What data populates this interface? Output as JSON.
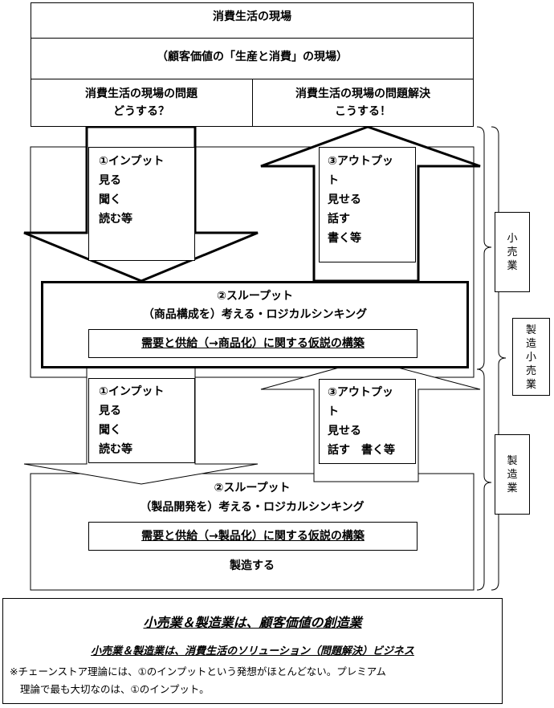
{
  "header": {
    "title": "消費生活の現場",
    "subtitle": "（顧客価値の「生産と消費」の現場）",
    "left_line1": "消費生活の現場の問題",
    "left_line2": "どうする？",
    "right_line1": "消費生活の現場の問題解決",
    "right_line2": "こうする！"
  },
  "retail": {
    "input": [
      "①インプット",
      "見る",
      "聞く",
      "読む等"
    ],
    "output": [
      "③アウトプッ",
      "ト",
      "見せる",
      "話す",
      "書く等"
    ],
    "through_title": "②スループット",
    "through_desc": "（商品構成を）考える・ロジカルシンキング",
    "hypothesis": "需要と供給（→商品化）に関する仮説の構築"
  },
  "manufacturing": {
    "input": [
      "①インプット",
      "見る",
      "聞く",
      "読む等"
    ],
    "output": [
      "③アウトプッ",
      "ト",
      "見せる",
      "話す　書く等"
    ],
    "through_title": "②スループット",
    "through_desc": "（製品開発を）考える・ロジカルシンキング",
    "hypothesis": "需要と供給（→製品化）に関する仮説の構築",
    "action": "製造する"
  },
  "side_labels": {
    "retail": [
      "小",
      "売",
      "業"
    ],
    "spa": [
      "製",
      "造",
      "小",
      "売",
      "業"
    ],
    "manufacturing": [
      "製",
      "造",
      "業"
    ]
  },
  "footer": {
    "headline": "小売業＆製造業は、顧客価値の創造業",
    "subline": "小売業＆製造業は、消費生活のソリューション（問題解決）ビジネス",
    "note_line1": "※チェーンストア理論には、①のインプットという発想がほとんどない。プレミアム",
    "note_line2": "理論で最も大切なのは、①のインプット。"
  }
}
